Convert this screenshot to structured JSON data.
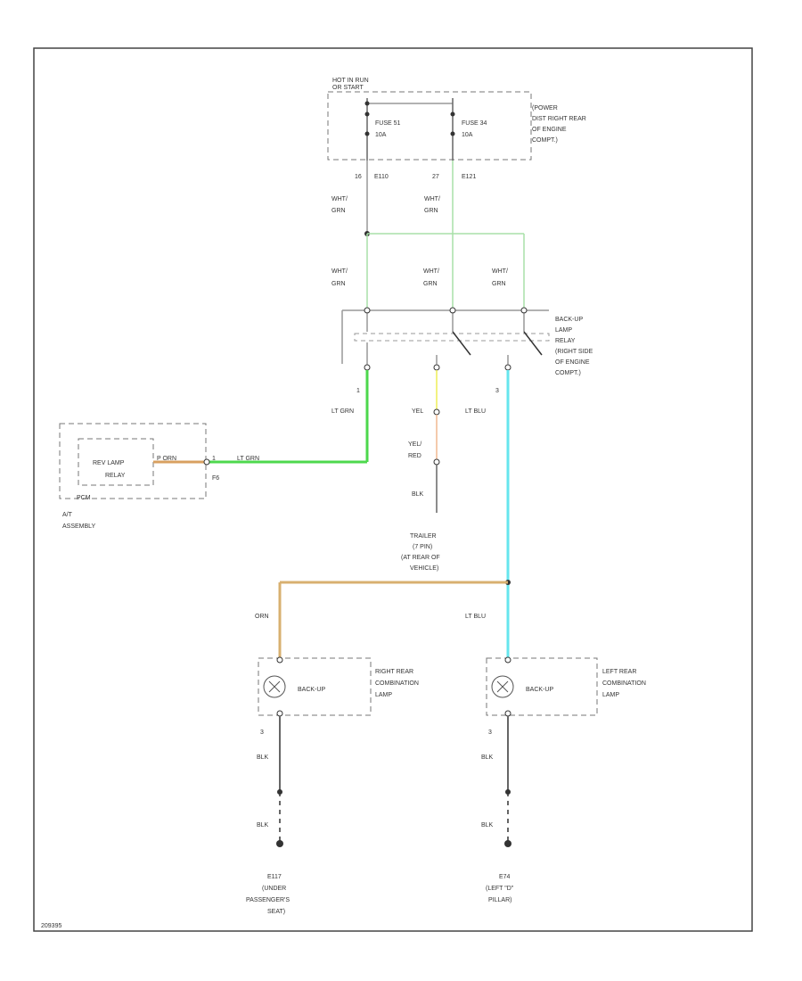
{
  "colors": {
    "frame": "#444444",
    "dashed": "#777777",
    "gray_wire": "#999999",
    "ltgrn_wire": "#4dd84d",
    "whtgrn_wire": "#a8e0a8",
    "ltblu_wire": "#66e6ee",
    "orn_wire": "#d8b070",
    "yel_wire": "#eeee55",
    "ylwred_wire": "#f0b890",
    "blk_wire": "#666666"
  },
  "fuse_box": {
    "label_line1": "HOT IN RUN",
    "label_line2": "OR START",
    "fuse1_line1": "FUSE 51",
    "fuse1_line2": "10A",
    "fuse2_line1": "FUSE 34",
    "fuse2_line2": "10A",
    "desc_line1": "(POWER",
    "desc_line2": "DIST RIGHT REAR",
    "desc_line3": "OF ENGINE",
    "desc_line4": "COMPT.)",
    "pin1": "16",
    "conn1": "E110",
    "pin2": "27",
    "conn2": "E121"
  },
  "wire_labels": {
    "wht_grn": "WHT/",
    "wht_grn_2": "GRN",
    "lt_grn": "LT GRN",
    "lt_blu": "LT BLU",
    "yel": "YEL",
    "ylw_red_1": "YEL/",
    "ylw_red_2": "RED",
    "blk": "BLK",
    "orn": "ORN"
  },
  "relay": {
    "desc_line1": "BACK-UP",
    "desc_line2": "LAMP",
    "desc_line3": "RELAY",
    "desc_line4": "(RIGHT SIDE",
    "desc_line5": "OF ENGINE",
    "desc_line6": "COMPT.)",
    "pin_left": "1",
    "pin_right": "3"
  },
  "pcm": {
    "relay_line1": "REV LAMP",
    "relay_line2": "RELAY",
    "name": "PCM",
    "pin": "F6",
    "assembly_1": "A/T",
    "assembly_2": "ASSEMBLY",
    "orn_tag": "P ORN",
    "pin_left": "1",
    "ltgrn_tag": "LT GRN"
  },
  "trailer": {
    "line1": "TRAILER",
    "line2": "(7 PIN)",
    "line3": "(AT REAR OF",
    "line4": "VEHICLE)"
  },
  "lamps": {
    "right_desc1": "RIGHT REAR",
    "right_desc2": "COMBINATION",
    "right_desc3": "LAMP",
    "left_desc1": "LEFT REAR",
    "left_desc2": "COMBINATION",
    "left_desc3": "LAMP",
    "backup": "BACK-UP",
    "pin": "3"
  },
  "grounds": {
    "g1_1": "E117",
    "g1_2": "(UNDER",
    "g1_3": "PASSENGER'S",
    "g1_4": "SEAT)",
    "g2_1": "E74",
    "g2_2": "(LEFT \"D\"",
    "g2_3": "PILLAR)"
  },
  "diagram_id": "209395"
}
